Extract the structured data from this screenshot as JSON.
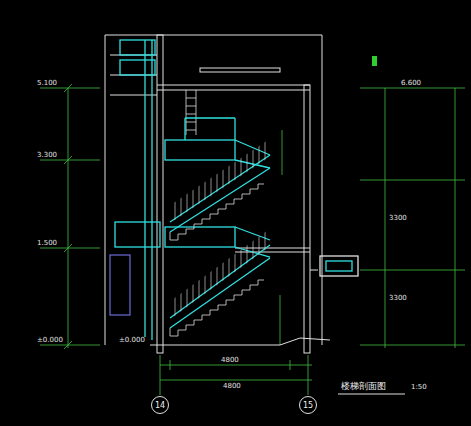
{
  "diagram": {
    "title": "楼梯剖面图",
    "nodes": [
      {
        "text": [
          "14"
        ]
      },
      {
        "text": [
          "15"
        ]
      }
    ],
    "labels": [
      "1:50",
      "±0.000",
      "1.500",
      "3.300",
      "5.100",
      "6.600",
      "±0.000",
      "4800",
      "4800",
      "3300",
      "3300"
    ]
  }
}
